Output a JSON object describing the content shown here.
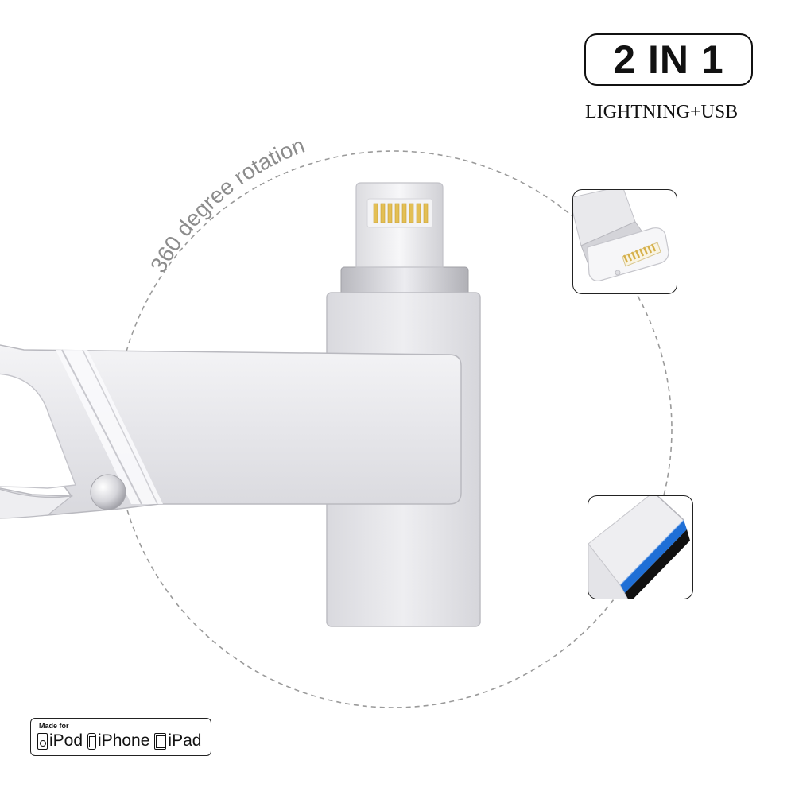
{
  "badge": {
    "title": "2 IN 1",
    "subtitle": "LIGHTNING+USB"
  },
  "rotation_label": "360 degree rotation",
  "made_for": {
    "label": "Made for",
    "devices": [
      "iPod",
      "iPhone",
      "iPad"
    ]
  },
  "colors": {
    "metal_light": "#f1f1f3",
    "metal_mid": "#d6d6da",
    "metal_dark": "#a8a8ae",
    "gold": "#e8c45c",
    "usb_blue": "#2d7fe0",
    "dash": "#9a9a9a",
    "label_gray": "#8c8c8c"
  },
  "icons": [
    "made-for-badge",
    "ipod-glyph",
    "iphone-glyph",
    "ipad-glyph"
  ]
}
